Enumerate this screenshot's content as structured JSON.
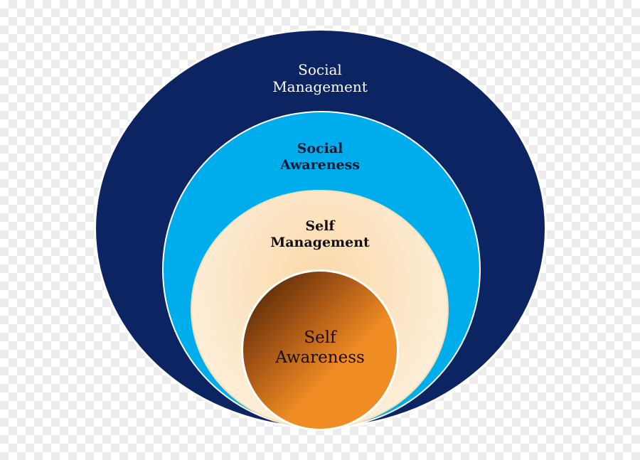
{
  "diagram": {
    "rings": [
      {
        "label_line1": "Social",
        "label_line2": "Management",
        "fill": "#0c2462",
        "text_color": "#ffffff"
      },
      {
        "label_line1": "Social",
        "label_line2": "Awareness",
        "fill": "#00adec",
        "text_color": "#0a1a33"
      },
      {
        "label_line1": "Self",
        "label_line2": "Management",
        "fill_center": "#fbd8a8",
        "fill_edge": "#fdf0dc",
        "text_color": "#111111"
      },
      {
        "label_line1": "Self",
        "label_line2": "Awareness",
        "fill_dark": "#3b1c05",
        "fill_light": "#f08c24",
        "text_color": "#1a0d00"
      }
    ]
  }
}
